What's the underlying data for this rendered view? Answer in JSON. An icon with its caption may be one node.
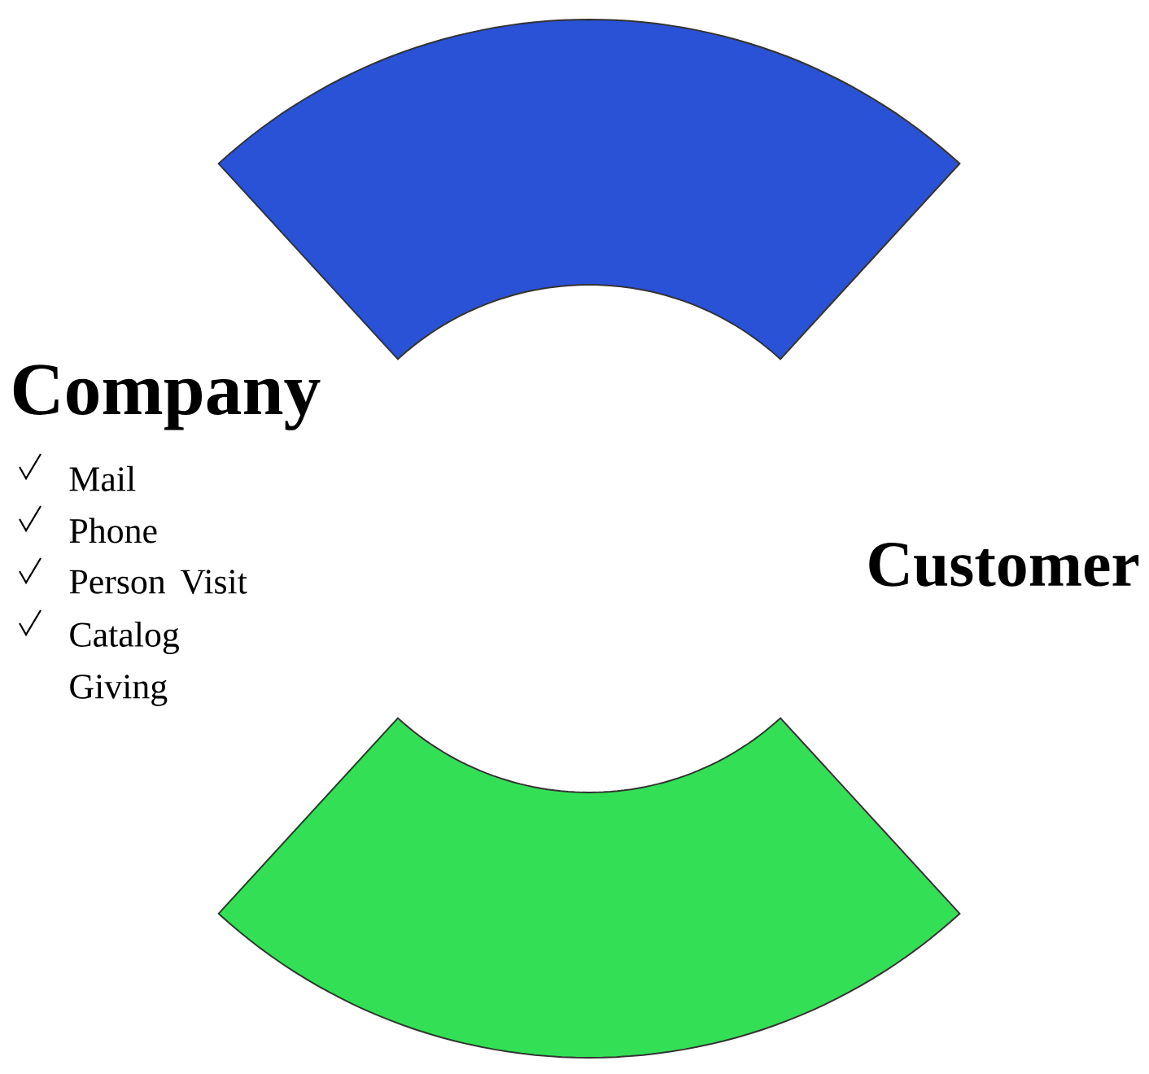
{
  "diagram": {
    "nodes": [
      {
        "text": [
          "Company",
          "Mail",
          "Phone",
          "Person Visit",
          "Catalog Giving"
        ]
      },
      {
        "text": [
          "Customer"
        ]
      },
      {
        "text": [],
        "shape": "band"
      },
      {
        "text": [],
        "shape": "band"
      }
    ]
  }
}
